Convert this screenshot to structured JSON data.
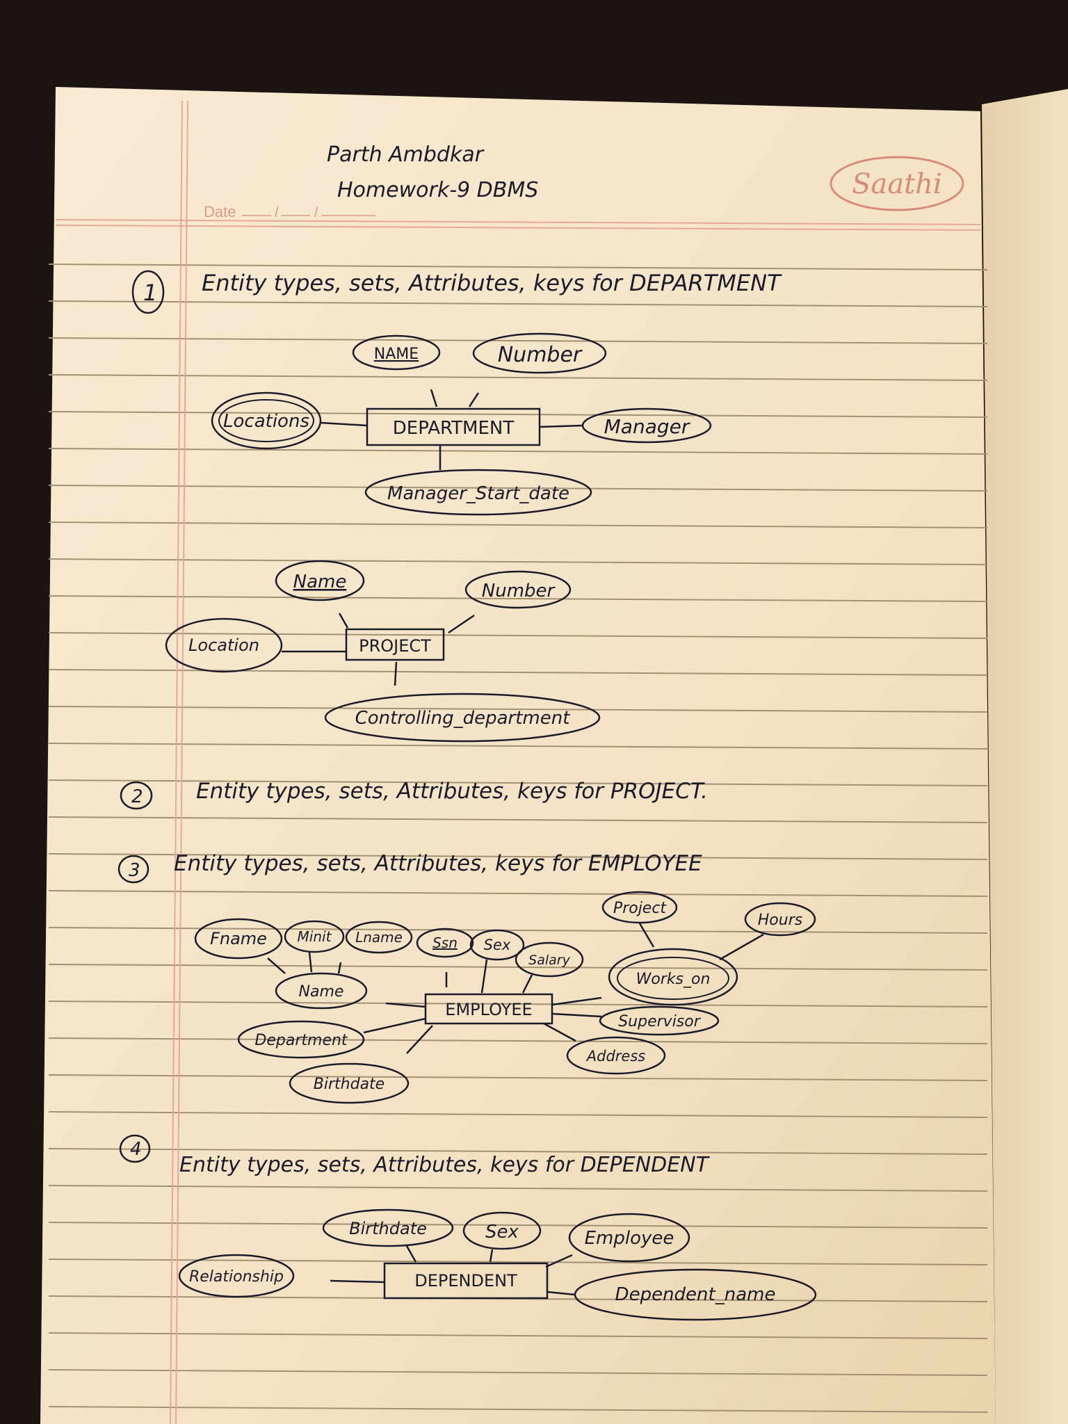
{
  "header": {
    "author": "Parth Ambdkar",
    "homework": "Homework-9 DBMS",
    "brand": "Saathi",
    "date_label": "Date"
  },
  "sections": [
    {
      "number": "1",
      "heading": "Entity types, sets, Attributes, keys for DEPARTMENT",
      "entity": "DEPARTMENT",
      "attributes": [
        "NAME",
        "Number",
        "Locations",
        "Manager",
        "Manager_Start_date"
      ]
    },
    {
      "number": "",
      "heading": "",
      "entity": "PROJECT",
      "attributes": [
        "Name",
        "Number",
        "Location",
        "Controlling_department"
      ]
    },
    {
      "number": "2",
      "heading": "Entity types, sets, Attributes, keys for PROJECT."
    },
    {
      "number": "3",
      "heading": "Entity types, sets, Attributes, keys for EMPLOYEE",
      "entity": "EMPLOYEE",
      "attributes": [
        "Project",
        "Hours",
        "Fname",
        "Minit",
        "Lname",
        "Ssn",
        "Sex",
        "Salary",
        "Works_on",
        "Name",
        "Supervisor",
        "Department",
        "Address",
        "Birthdate"
      ]
    },
    {
      "number": "4",
      "heading": "Entity types, sets, Attributes, keys for DEPENDENT",
      "entity": "DEPENDENT",
      "attributes": [
        "Birthdate",
        "Sex",
        "Employee",
        "Relationship",
        "Dependent_name"
      ]
    }
  ],
  "colors": {
    "paper": "#f6e7cf",
    "ruled_line": "#9a8a68",
    "margin_line": "#e8a69a",
    "ink": "#1a1a2a"
  }
}
